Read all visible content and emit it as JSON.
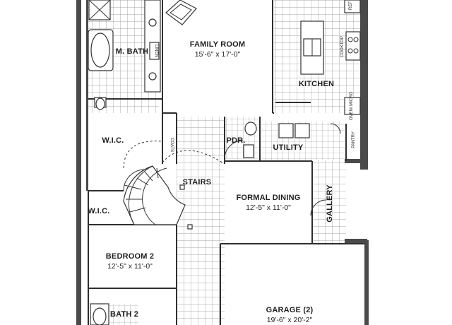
{
  "rooms": {
    "family_room": {
      "name": "FAMILY ROOM",
      "dims": "15'-6\" x 17'-0\""
    },
    "m_bath": {
      "name": "M. BATH"
    },
    "kitchen": {
      "name": "KITCHEN"
    },
    "wic_upper": {
      "name": "W.I.C."
    },
    "wic_lower": {
      "name": "W.I.C."
    },
    "pdr": {
      "name": "PDR."
    },
    "utility": {
      "name": "UTILITY"
    },
    "stairs": {
      "name": "STAIRS"
    },
    "formal_dining": {
      "name": "FORMAL DINING",
      "dims": "12'-5\" x 11'-0\""
    },
    "gallery": {
      "name": "GALLERY"
    },
    "bedroom_2": {
      "name": "BEDROOM 2",
      "dims": "12'-5\" x 11'-0\""
    },
    "bath_2": {
      "name": "BATH 2"
    },
    "garage": {
      "name": "GARAGE (2)",
      "dims": "19'-6\" x 20'-2\""
    }
  },
  "fixtures": {
    "linen": "LINEN",
    "coats": "COATS",
    "cooktop": "COOKTOP",
    "oven_micro": "OVEN/ MICRO",
    "pantry": "PANTRY",
    "ref": "REF"
  }
}
